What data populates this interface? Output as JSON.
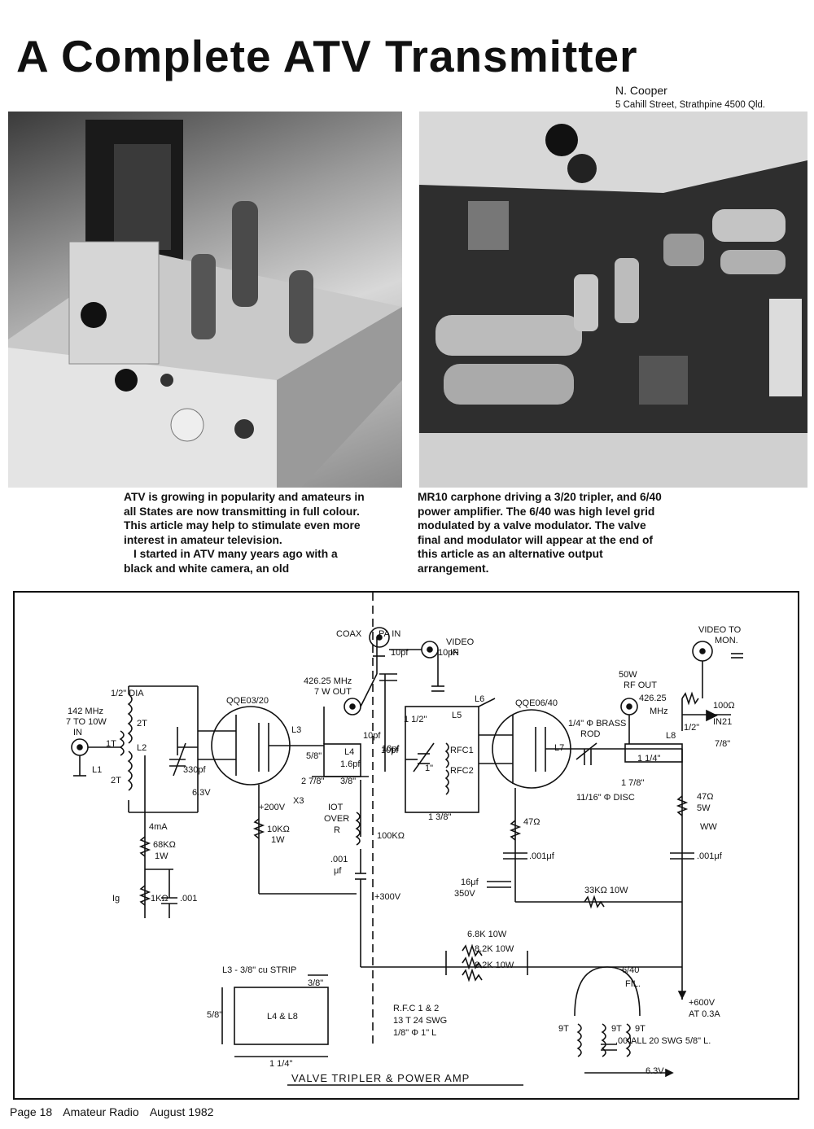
{
  "title": "A Complete ATV Transmitter",
  "author": "N. Cooper",
  "address": "5 Cahill Street, Strathpine 4500 Qld.",
  "col1": [
    "ATV is growing in popularity and amateurs in all States are now transmitting in full colour. This article may help to stimulate even more interest in amateur television.",
    "I started in ATV many years ago with a black and white camera, an old"
  ],
  "col2": [
    "MR10 carphone driving a 3/20 tripler, and 6/40 power amplifier. The 6/40 was high level grid modulated by a valve modulator. The valve final and modulator will appear at the end of this article as an alternative output arrangement."
  ],
  "schematic": {
    "caption": "VALVE TRIPLER & POWER AMP",
    "labels": {
      "coax": "COAX",
      "pa_in": "PA IN",
      "video_in_1": "VIDEO",
      "video_in_2": "IN",
      "video_mon_1": "VIDEO TO",
      "video_mon_2": "MON.",
      "input_1": "142 MHz",
      "input_2": "7 TO 10W",
      "input_3": "IN",
      "dia": "1/2\" DIA",
      "t2a": "2T",
      "t2b": "2T",
      "t1": "1T",
      "l1": "L1",
      "l2": "L2",
      "c330": "330pf",
      "v63": "6.3V",
      "qqe0320": "QQE03/20",
      "l3": "L3",
      "out426_1": "426.25 MHz",
      "out426_2": "7 W OUT",
      "c10a": "10pf",
      "c10b": "10pF",
      "c10c": "10pf",
      "c10d": "10pf",
      "c10e": "10pf",
      "l4": "L4",
      "l4c": "1.6pf",
      "d58": "5/8\"",
      "d278": "2 7/8\"",
      "d38": "3/8\"",
      "plus200": "+200V",
      "x3": "X3",
      "r10k": "10KΩ",
      "r10k_w": "1W",
      "mA4": "4mA",
      "r68k": "68KΩ",
      "r68k_w": "1W",
      "ig": "Ig",
      "r1k": "1KΩ",
      "c001a": ".001",
      "iot": "IOT",
      "over": "OVER",
      "r": "R",
      "r100k": "100KΩ",
      "c001b": ".001",
      "c001b_u": "μf",
      "plus300": "+300V",
      "d112": "1 1/2\"",
      "d1": "1\"",
      "d138": "1 3/8\"",
      "l5": "L5",
      "l6": "L6",
      "rfc1": "RFC1",
      "rfc2": "RFC2",
      "qqe0640": "QQE06/40",
      "brass": "1/4\" Φ BRASS",
      "rod": "ROD",
      "l7": "L7",
      "l8": "L8",
      "rf50": "50W",
      "rfout": "RF OUT",
      "rf426": "426.25",
      "mhz": "MHz",
      "r100": "100Ω",
      "in21": "IN21",
      "d12": "1/2\"",
      "d78": "7/8\"",
      "d114": "1 1/4\"",
      "d178": "1 7/8\"",
      "disc": "11/16\" Φ DISC",
      "r47a": "47Ω",
      "c001c": ".001μf",
      "c16": "16μf",
      "v350": "350V",
      "r33k": "33KΩ 10W",
      "r47b": "47Ω",
      "r47b_w": "5W",
      "ww": "WW",
      "c001d": ".001μf",
      "r68k10": "6.8K 10W",
      "r82k_a": "8.2K 10W",
      "r82k_b": "8.2K 10W",
      "strip": "L3 - 3/8\" cu STRIP",
      "d58b": "5/8\"",
      "d38b": "3/8\"",
      "l4l8": "L4 & L8",
      "d114b": "1 1/4\"",
      "rfc_1": "R.F.C 1 & 2",
      "rfc_2": "13 T  24 SWG",
      "rfc_3": "1/8\" Φ  1\" L",
      "fil_1": "6/40",
      "fil_2": "FIL.",
      "t9a": "9T",
      "t9b": "9T",
      "t9c": "9T",
      "c001e": ".001",
      "swg": "ALL 20 SWG 5/8\" L.",
      "v63b": "6.3V",
      "v600": "+600V",
      "a03": "AT 0.3A"
    }
  },
  "footer": {
    "page": "Page 18",
    "mag": "Amateur Radio",
    "date": "August 1982"
  }
}
